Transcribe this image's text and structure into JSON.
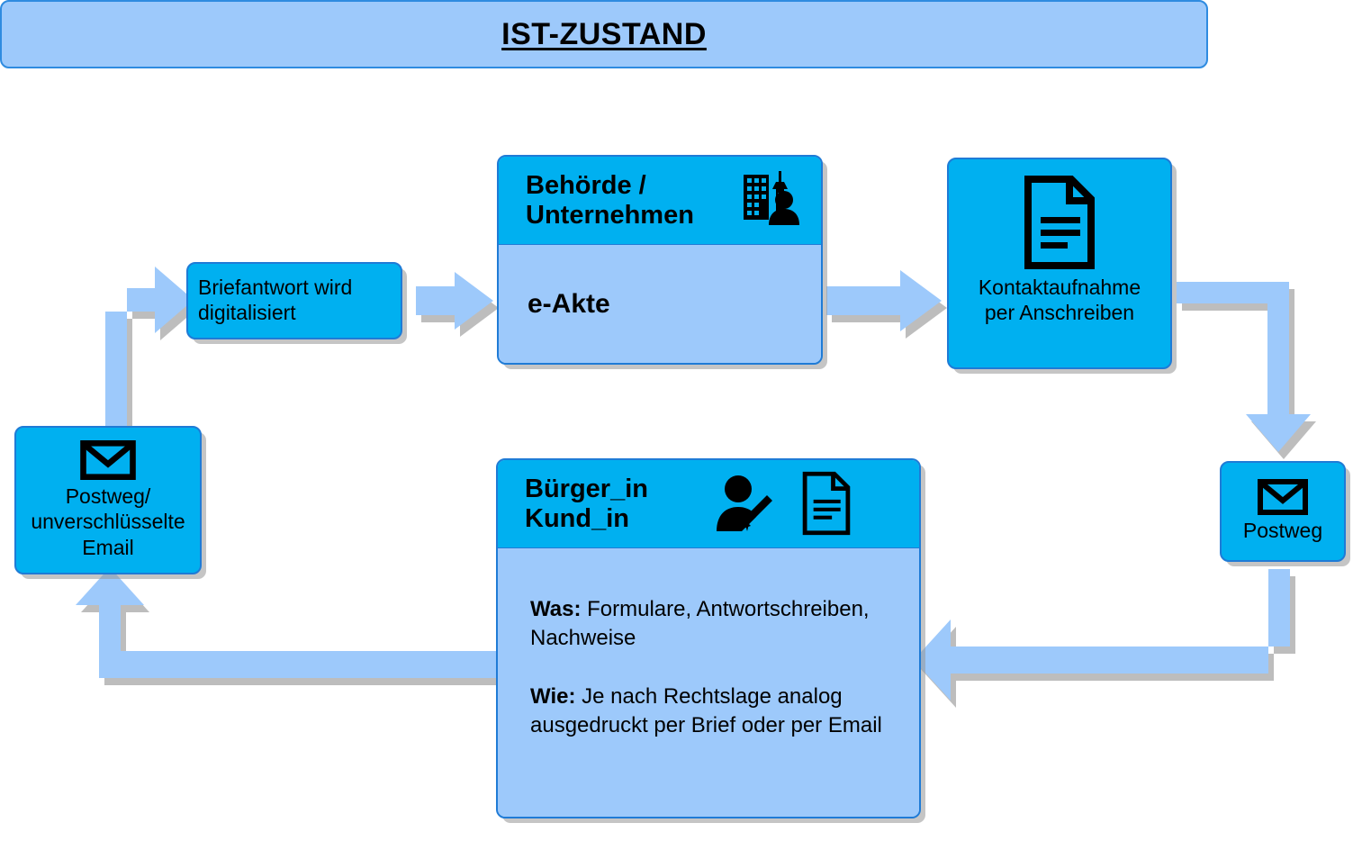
{
  "title": {
    "text": "IST-ZUSTAND"
  },
  "colors": {
    "header_cyan": "#00B0F0",
    "body_light_blue": "#9DC9FB",
    "border_blue": "#1F7BD6",
    "arrow_fill": "#9DC9FB",
    "arrow_shadow": "#BDBDBD",
    "text": "#000000",
    "page_background": "#FFFFFF"
  },
  "nodes": {
    "behoerde": {
      "header": "Behörde /\nUnternehmen",
      "body": "e-Akte",
      "icons": [
        "building-person-icon"
      ]
    },
    "kontaktaufnahme": {
      "label": "Kontaktaufnahme\nper Anschreiben",
      "icons": [
        "document-icon"
      ]
    },
    "postweg_right": {
      "label": "Postweg",
      "icons": [
        "envelope-icon"
      ]
    },
    "buerger": {
      "header": "Bürger_in\nKund_in",
      "icons": [
        "person-writing-icon",
        "document-icon"
      ],
      "body_blocks": [
        {
          "label": "Was:",
          "text": " Formulare, Antwortschreiben, Nachweise"
        },
        {
          "label": "Wie:",
          "text": " Je nach Rechtslage analog ausgedruckt per Brief oder per Email"
        }
      ]
    },
    "postweg_email": {
      "label": "Postweg/\nunverschlüsselte\nEmail",
      "icons": [
        "envelope-icon"
      ]
    },
    "briefantwort": {
      "label": "Briefantwort wird\ndigitalisiert"
    }
  },
  "arrows": [
    {
      "name": "arrow-briefantwort-to-behoerde",
      "direction": "right",
      "shape": "straight"
    },
    {
      "name": "arrow-behoerde-to-kontaktaufnahme",
      "direction": "right",
      "shape": "straight"
    },
    {
      "name": "arrow-kontaktaufnahme-to-postweg",
      "direction": "down",
      "shape": "elbow"
    },
    {
      "name": "arrow-postweg-to-buerger",
      "direction": "left",
      "shape": "elbow"
    },
    {
      "name": "arrow-buerger-to-email",
      "direction": "up",
      "shape": "elbow"
    },
    {
      "name": "arrow-email-to-briefantwort",
      "direction": "right",
      "shape": "elbow"
    }
  ]
}
